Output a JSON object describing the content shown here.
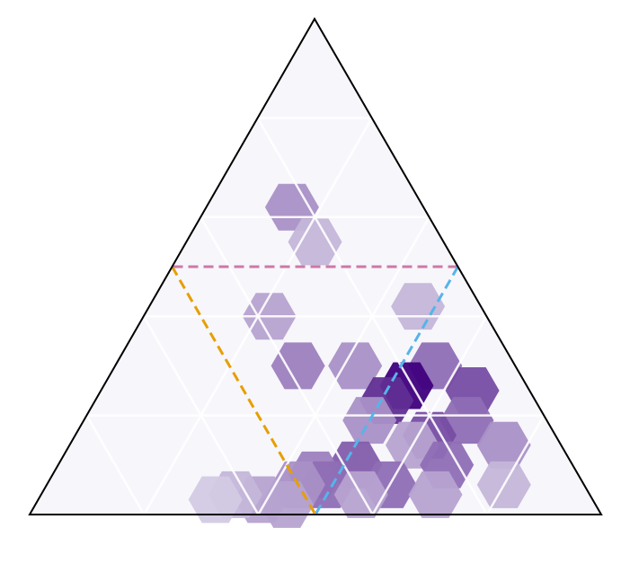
{
  "chart_data": {
    "type": "heatmap",
    "subtype": "ternary-hexbin",
    "title": "",
    "axis_labels": [],
    "colormap": {
      "low": "#f7f6fb",
      "high": "#3f007d"
    },
    "grid": true,
    "grid_color": "#ffffff",
    "outline_color": "#000000",
    "hexbins": [
      {
        "a": 0.62,
        "b": 0.23,
        "c": 0.15,
        "count": 4
      },
      {
        "a": 0.55,
        "b": 0.225,
        "c": 0.225,
        "count": 2
      },
      {
        "a": 0.42,
        "b": 0.11,
        "c": 0.47,
        "count": 2
      },
      {
        "a": 0.4,
        "b": 0.38,
        "c": 0.22,
        "count": 3
      },
      {
        "a": 0.3,
        "b": 0.38,
        "c": 0.32,
        "count": 5
      },
      {
        "a": 0.3,
        "b": 0.14,
        "c": 0.56,
        "count": 6
      },
      {
        "a": 0.3,
        "b": 0.28,
        "c": 0.42,
        "count": 4
      },
      {
        "a": 0.26,
        "b": 0.21,
        "c": 0.53,
        "count": 13
      },
      {
        "a": 0.23,
        "b": 0.26,
        "c": 0.51,
        "count": 10
      },
      {
        "a": 0.25,
        "b": 0.1,
        "c": 0.65,
        "count": 8
      },
      {
        "a": 0.19,
        "b": 0.31,
        "c": 0.5,
        "count": 4
      },
      {
        "a": 0.19,
        "b": 0.14,
        "c": 0.67,
        "count": 6
      },
      {
        "a": 0.16,
        "b": 0.22,
        "c": 0.62,
        "count": 8
      },
      {
        "a": 0.14,
        "b": 0.26,
        "c": 0.6,
        "count": 3
      },
      {
        "a": 0.14,
        "b": 0.1,
        "c": 0.76,
        "count": 4
      },
      {
        "a": 0.1,
        "b": 0.38,
        "c": 0.52,
        "count": 7
      },
      {
        "a": 0.1,
        "b": 0.22,
        "c": 0.68,
        "count": 6
      },
      {
        "a": 0.08,
        "b": 0.46,
        "c": 0.46,
        "count": 5
      },
      {
        "a": 0.06,
        "b": 0.34,
        "c": 0.6,
        "count": 6
      },
      {
        "a": 0.06,
        "b": 0.14,
        "c": 0.8,
        "count": 2
      },
      {
        "a": 0.06,
        "b": 0.45,
        "c": 0.49,
        "count": 6
      },
      {
        "a": 0.06,
        "b": 0.5,
        "c": 0.44,
        "count": 4
      },
      {
        "a": 0.04,
        "b": 0.27,
        "c": 0.69,
        "count": 3
      },
      {
        "a": 0.04,
        "b": 0.4,
        "c": 0.56,
        "count": 3
      },
      {
        "a": 0.03,
        "b": 0.58,
        "c": 0.39,
        "count": 3
      },
      {
        "a": 0.04,
        "b": 0.62,
        "c": 0.34,
        "count": 2
      },
      {
        "a": 0.02,
        "b": 0.54,
        "c": 0.44,
        "count": 3
      },
      {
        "a": 0.03,
        "b": 0.66,
        "c": 0.31,
        "count": 1
      }
    ],
    "reference_lines": [
      {
        "name": "",
        "color": "#cc79a7",
        "from": {
          "a": 0.5,
          "b": 0.0,
          "c": 0.5
        },
        "to": {
          "a": 0.5,
          "b": 0.5,
          "c": 0.0
        }
      },
      {
        "name": "",
        "color": "#56b4e9",
        "from": {
          "a": 0.5,
          "b": 0.0,
          "c": 0.5
        },
        "to": {
          "a": 0.0,
          "b": 0.5,
          "c": 0.5
        }
      },
      {
        "name": "",
        "color": "#e69f00",
        "from": {
          "a": 0.5,
          "b": 0.5,
          "c": 0.0
        },
        "to": {
          "a": 0.0,
          "b": 0.5,
          "c": 0.5
        }
      }
    ]
  }
}
